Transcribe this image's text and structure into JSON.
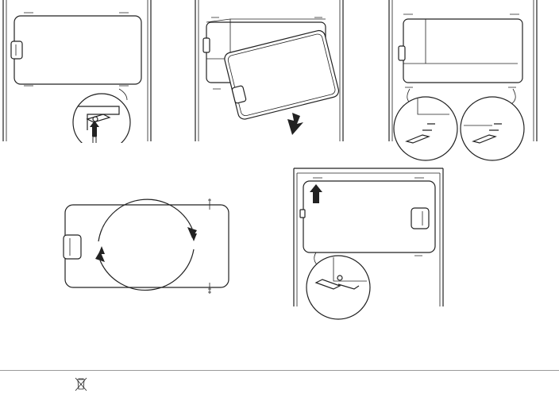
{
  "document": {
    "figures": [
      {
        "id": "step-1",
        "description_icon": "remove-lower-hinge"
      },
      {
        "id": "step-2",
        "description_icon": "lift-door-off"
      },
      {
        "id": "step-3",
        "description_icon": "swap-hinge-sides"
      },
      {
        "id": "step-4",
        "description_icon": "rotate-door"
      },
      {
        "id": "step-5",
        "description_icon": "refit-door"
      }
    ],
    "footer": {
      "icon": "crossed-out-bin-icon"
    }
  },
  "colors": {
    "line": "#222222",
    "rule": "#9a9a9a",
    "background": "#ffffff"
  }
}
